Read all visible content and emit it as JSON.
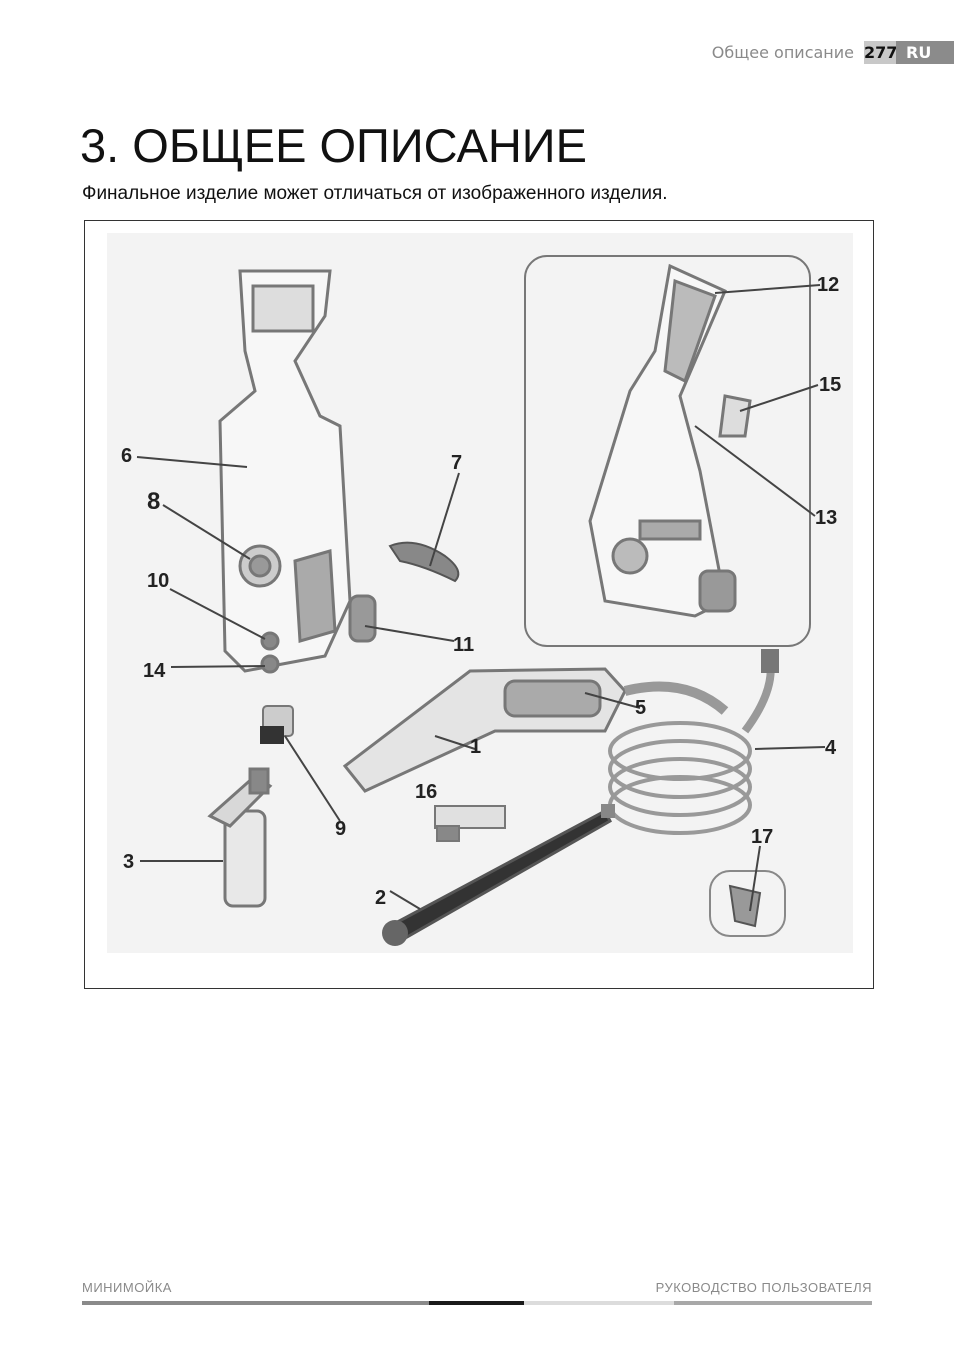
{
  "header": {
    "section": "Общее описание",
    "page_number": "277",
    "lang": "RU"
  },
  "title": "3. ОБЩЕЕ ОПИСАНИЕ",
  "subtitle": "Финальное изделие может отличаться от изображенного изделия.",
  "figure": {
    "callouts": [
      "1",
      "2",
      "3",
      "4",
      "5",
      "6",
      "7",
      "8",
      "9",
      "10",
      "11",
      "12",
      "13",
      "14",
      "15",
      "16",
      "17"
    ]
  },
  "footer": {
    "left": "МИНИМОЙКА",
    "right": "РУКОВОДСТВО ПОЛЬЗОВАТЕЛЯ"
  }
}
